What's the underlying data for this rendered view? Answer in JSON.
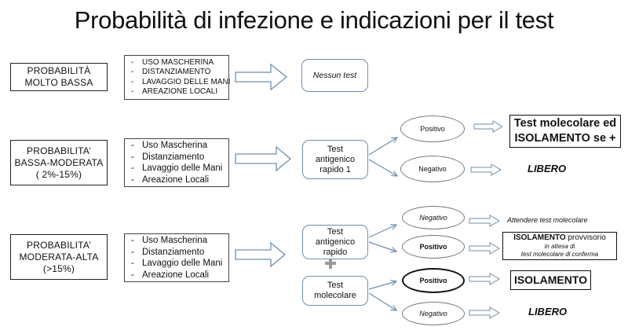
{
  "title": "Probabilità di infezione e indicazioni per il test",
  "colors": {
    "accent_border": "#6f8fae",
    "plus": "#9b9b9b",
    "text": "#111111"
  },
  "row1": {
    "probability": [
      "PROBABILITÀ",
      "MOLTO BASSA"
    ],
    "measures": [
      "USO MASCHERINA",
      "DISTANZIAMENTO",
      "LAVAGGIO DELLE MANI",
      "AREAZIONE LOCALI"
    ],
    "result": "Nessun test"
  },
  "row2": {
    "probability": [
      "PROBABILITA’",
      "BASSA-MODERATA",
      "( 2%-15%)"
    ],
    "measures": [
      "Uso Mascherina",
      "Distanziamento",
      "Lavaggio delle Mani",
      "Areazione Locali"
    ],
    "test": [
      "Test",
      "antigenico",
      "rapido 1"
    ],
    "positive": "Positivo",
    "negative": "Negativo",
    "positive_outcome": [
      "Test molecolare ed",
      "ISOLAMENTO se +"
    ],
    "negative_outcome": "LIBERO"
  },
  "row3": {
    "probability": [
      "PROBABILITA’",
      "MODERATA-ALTA",
      "(>15%)"
    ],
    "measures": [
      "Uso Mascherina",
      "Distanziamento",
      "Lavaggio delle Mani",
      "Areazione Locali"
    ],
    "test_antigen": [
      "Test",
      "antigenico",
      "rapido"
    ],
    "plus_symbol": "+",
    "test_molecular": [
      "Test",
      "molecolare"
    ],
    "antigen_negative": "Negativo",
    "antigen_positive": "Positivo",
    "molecular_positive": "Positivo",
    "molecular_negative": "Negativo",
    "antigen_negative_outcome": "Attendere test molecolare",
    "antigen_positive_outcome": {
      "main": "ISOLAMENTO",
      "main_suffix": " provvisorio",
      "line2": "in attesa di",
      "line3": "test molecolare di conferma"
    },
    "molecular_positive_outcome": "ISOLAMENTO",
    "molecular_negative_outcome": "LIBERO"
  }
}
